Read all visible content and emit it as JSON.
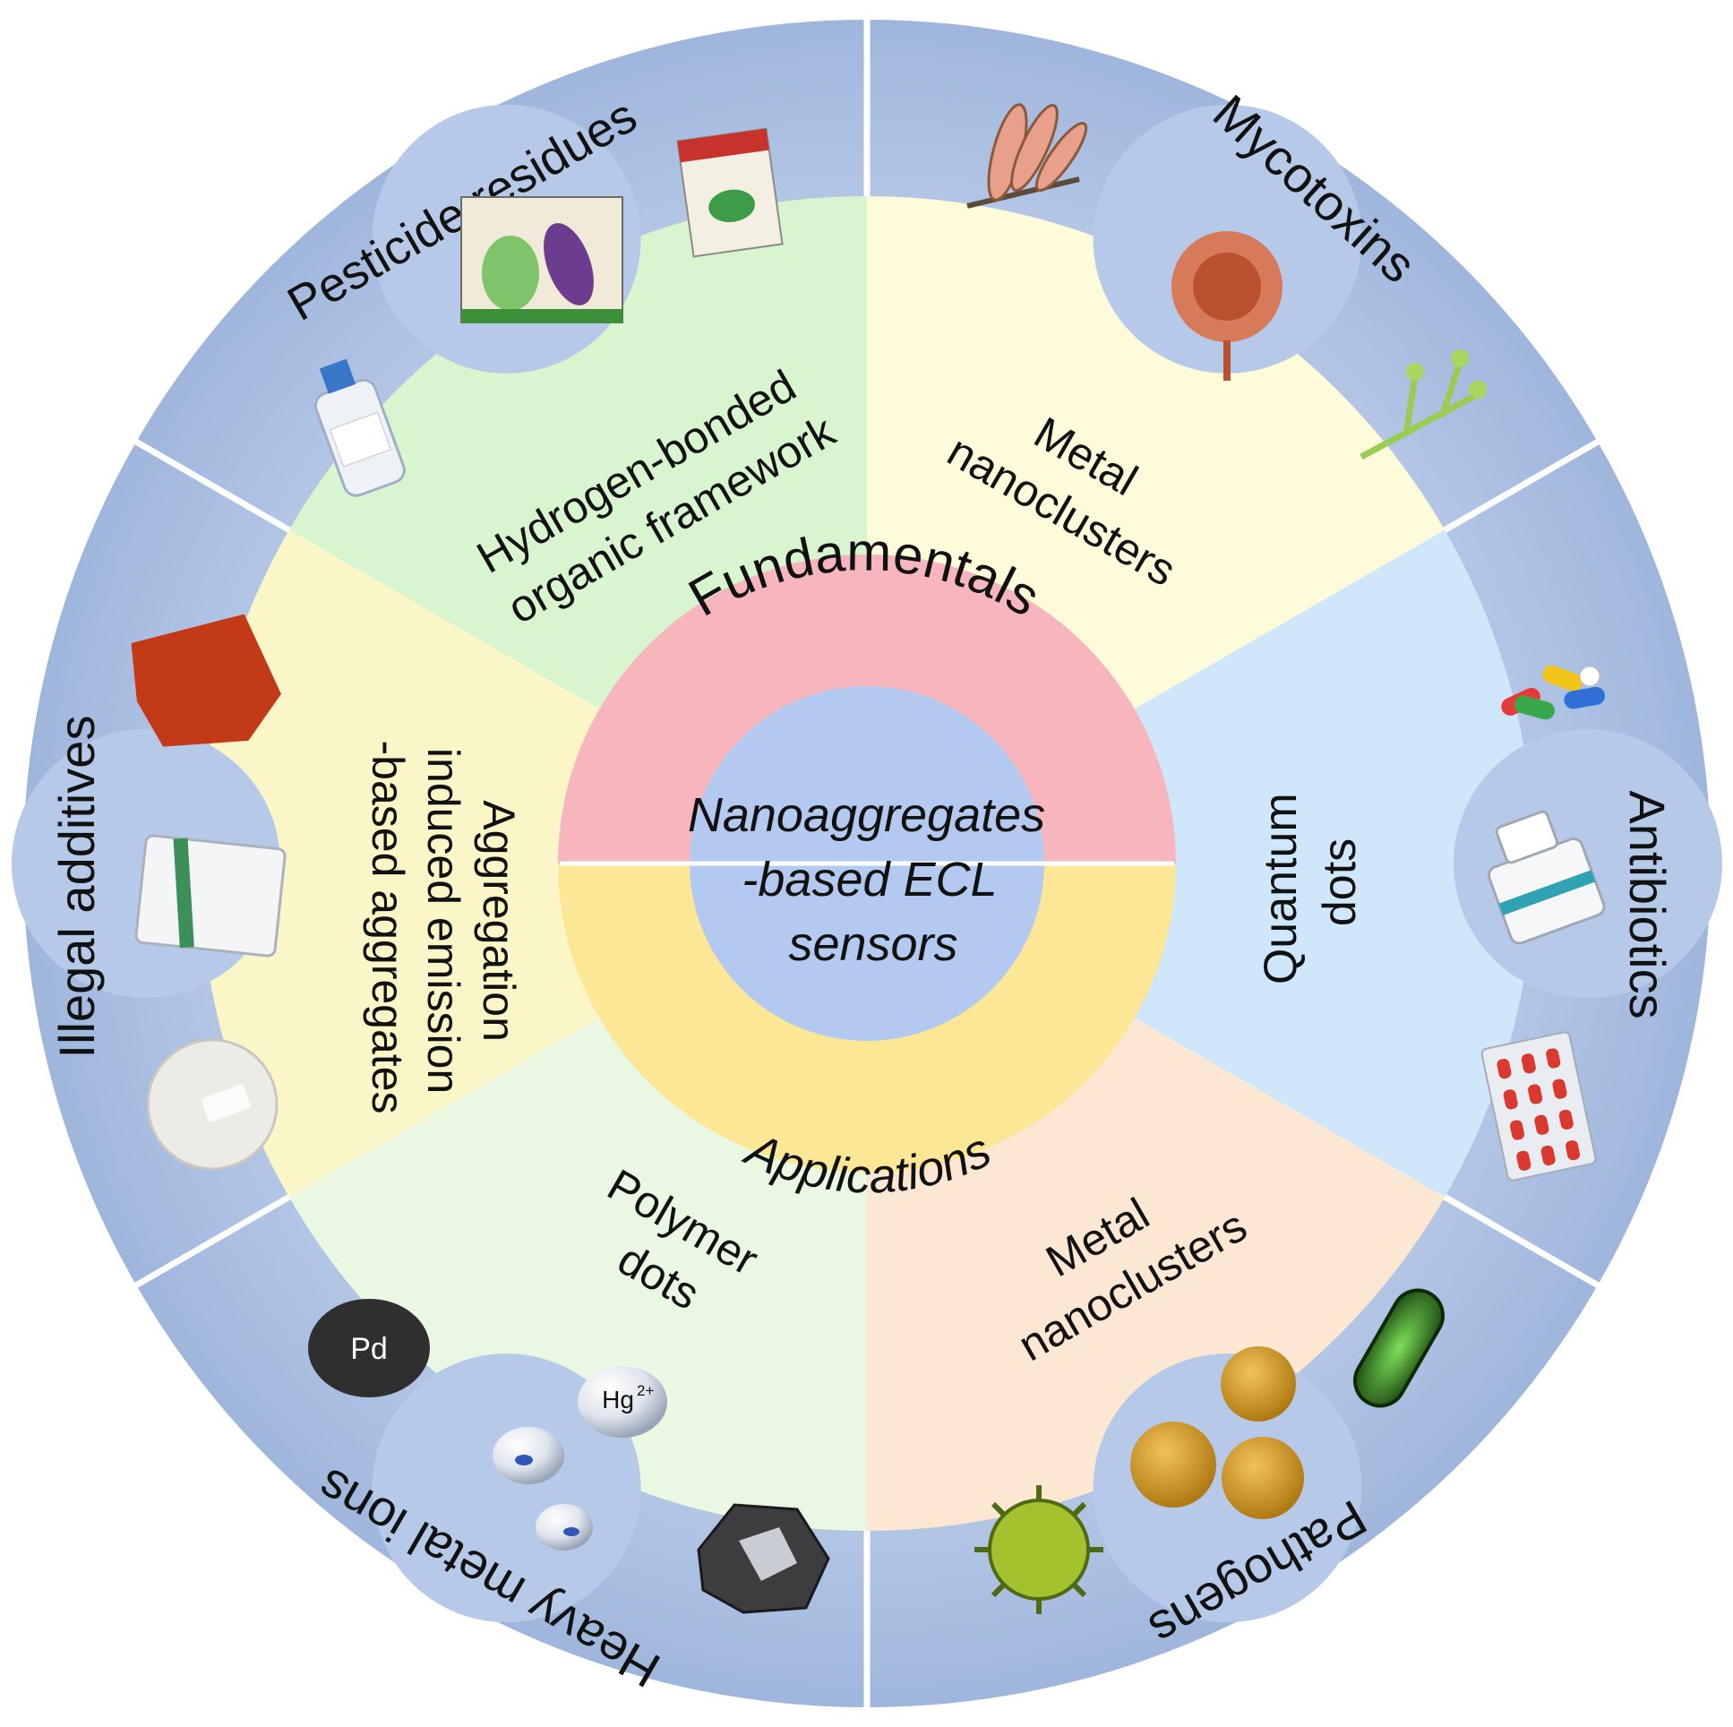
{
  "center": {
    "title_lines": [
      "Nanoaggregates",
      "-based ECL",
      "sensors"
    ],
    "fill": "#b3c9ef"
  },
  "inner_ring": {
    "top": {
      "label": "Fundamentals",
      "color": "#f7b6bd"
    },
    "bottom": {
      "label": "Applications",
      "color": "#fbe795"
    }
  },
  "materials": [
    {
      "id": "hof",
      "lines": [
        "Hydrogen-bonded",
        "organic framework"
      ],
      "color": "#d9f5cf"
    },
    {
      "id": "metal-nc-top",
      "lines": [
        "Metal",
        "nanoclusters"
      ],
      "color": "#fdfbd9"
    },
    {
      "id": "quantum-dots",
      "lines": [
        "Quantum",
        "dots"
      ],
      "color": "#cfe6fb"
    },
    {
      "id": "metal-nc-bottom",
      "lines": [
        "Metal",
        "nanoclusters"
      ],
      "color": "#fce8d2"
    },
    {
      "id": "polymer-dots",
      "lines": [
        "Polymer",
        "dots"
      ],
      "color": "#eaf8e3"
    },
    {
      "id": "aie",
      "lines": [
        "Aggregation",
        "induced emission",
        "-based aggregates"
      ],
      "color": "#fbf6c7"
    }
  ],
  "analytes": [
    {
      "id": "pesticide",
      "label": "Pesticide residues"
    },
    {
      "id": "mycotoxins",
      "label": "Mycotoxins"
    },
    {
      "id": "antibiotics",
      "label": "Antibiotics"
    },
    {
      "id": "pathogens",
      "label": "Pathogens"
    },
    {
      "id": "heavy-metal",
      "label": "Heavy metal ions"
    },
    {
      "id": "illegal-additives",
      "label": "Illegal additives"
    }
  ],
  "illustration_labels": {
    "pd": "Pd",
    "hg": "Hg",
    "hg_sup": "2+"
  },
  "colors": {
    "outer_ring": "#a9bedf",
    "outer_ring_light": "#c6d5ee",
    "divider": "#ffffff"
  }
}
